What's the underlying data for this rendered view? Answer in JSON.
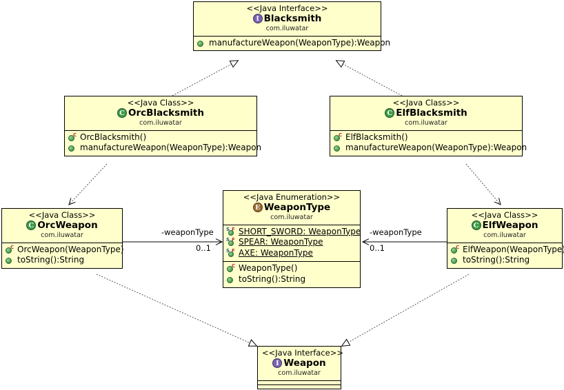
{
  "diagram": {
    "title": "UML Class Diagram",
    "background_color": "#ffffff",
    "node_fill": "#ffffcc",
    "node_border": "#000000",
    "icon_colors": {
      "interface": "#7b62b5",
      "class": "#3d9b46",
      "enumeration": "#9a6b2f",
      "member": "#5aa95c"
    }
  },
  "nodes": {
    "blacksmith": {
      "stereotype": "<<Java Interface>>",
      "name": "Blacksmith",
      "package": "com.iluwatar",
      "icon": "interface-icon",
      "methods": [
        {
          "label": "manufactureWeapon(WeaponType):Weapon",
          "icon": "public-method-icon",
          "static": false
        }
      ]
    },
    "orc_blacksmith": {
      "stereotype": "<<Java Class>>",
      "name": "OrcBlacksmith",
      "package": "com.iluwatar",
      "icon": "class-icon",
      "methods": [
        {
          "label": "OrcBlacksmith()",
          "icon": "constructor-icon",
          "static": false
        },
        {
          "label": "manufactureWeapon(WeaponType):Weapon",
          "icon": "public-method-icon",
          "static": false
        }
      ]
    },
    "elf_blacksmith": {
      "stereotype": "<<Java Class>>",
      "name": "ElfBlacksmith",
      "package": "com.iluwatar",
      "icon": "class-icon",
      "methods": [
        {
          "label": "ElfBlacksmith()",
          "icon": "constructor-icon",
          "static": false
        },
        {
          "label": "manufactureWeapon(WeaponType):Weapon",
          "icon": "public-method-icon",
          "static": false
        }
      ]
    },
    "orc_weapon": {
      "stereotype": "<<Java Class>>",
      "name": "OrcWeapon",
      "package": "com.iluwatar",
      "icon": "class-icon",
      "methods": [
        {
          "label": "OrcWeapon(WeaponType)",
          "icon": "constructor-icon",
          "static": false
        },
        {
          "label": "toString():String",
          "icon": "public-method-icon",
          "static": false
        }
      ]
    },
    "elf_weapon": {
      "stereotype": "<<Java Class>>",
      "name": "ElfWeapon",
      "package": "com.iluwatar",
      "icon": "class-icon",
      "methods": [
        {
          "label": "ElfWeapon(WeaponType)",
          "icon": "constructor-icon",
          "static": false
        },
        {
          "label": "toString():String",
          "icon": "public-method-icon",
          "static": false
        }
      ]
    },
    "weapon_type": {
      "stereotype": "<<Java Enumeration>>",
      "name": "WeaponType",
      "package": "com.iluwatar",
      "icon": "enumeration-icon",
      "fields": [
        {
          "label": "SHORT_SWORD: WeaponType",
          "icon": "static-final-field-icon",
          "static": true
        },
        {
          "label": "SPEAR: WeaponType",
          "icon": "static-final-field-icon",
          "static": true
        },
        {
          "label": "AXE: WeaponType",
          "icon": "static-final-field-icon",
          "static": true
        }
      ],
      "methods": [
        {
          "label": "WeaponType()",
          "icon": "constructor-icon",
          "static": false
        },
        {
          "label": "toString():String",
          "icon": "public-method-icon",
          "static": false
        }
      ]
    },
    "weapon": {
      "stereotype": "<<Java Interface>>",
      "name": "Weapon",
      "package": "com.iluwatar",
      "icon": "interface-icon",
      "fields": [],
      "methods": []
    }
  },
  "edges": [
    {
      "from": "orc_blacksmith",
      "to": "blacksmith",
      "type": "realization",
      "style": "dashed",
      "arrow": "hollow-triangle"
    },
    {
      "from": "elf_blacksmith",
      "to": "blacksmith",
      "type": "realization",
      "style": "dashed",
      "arrow": "hollow-triangle"
    },
    {
      "from": "orc_blacksmith",
      "to": "orc_weapon",
      "type": "dependency",
      "style": "dashed",
      "arrow": "open-arrow"
    },
    {
      "from": "elf_blacksmith",
      "to": "elf_weapon",
      "type": "dependency",
      "style": "dashed",
      "arrow": "open-arrow"
    },
    {
      "from": "orc_weapon",
      "to": "weapon_type",
      "type": "association",
      "style": "solid",
      "arrow": "open-arrow",
      "label": "-weaponType",
      "multiplicity": "0..1"
    },
    {
      "from": "elf_weapon",
      "to": "weapon_type",
      "type": "association",
      "style": "solid",
      "arrow": "open-arrow",
      "label": "-weaponType",
      "multiplicity": "0..1"
    },
    {
      "from": "orc_weapon",
      "to": "weapon",
      "type": "realization",
      "style": "dashed",
      "arrow": "hollow-triangle"
    },
    {
      "from": "elf_weapon",
      "to": "weapon",
      "type": "realization",
      "style": "dashed",
      "arrow": "hollow-triangle"
    }
  ],
  "labels": {
    "left_association_name": "-weaponType",
    "left_association_multiplicity": "0..1",
    "right_association_name": "-weaponType",
    "right_association_multiplicity": "0..1"
  }
}
